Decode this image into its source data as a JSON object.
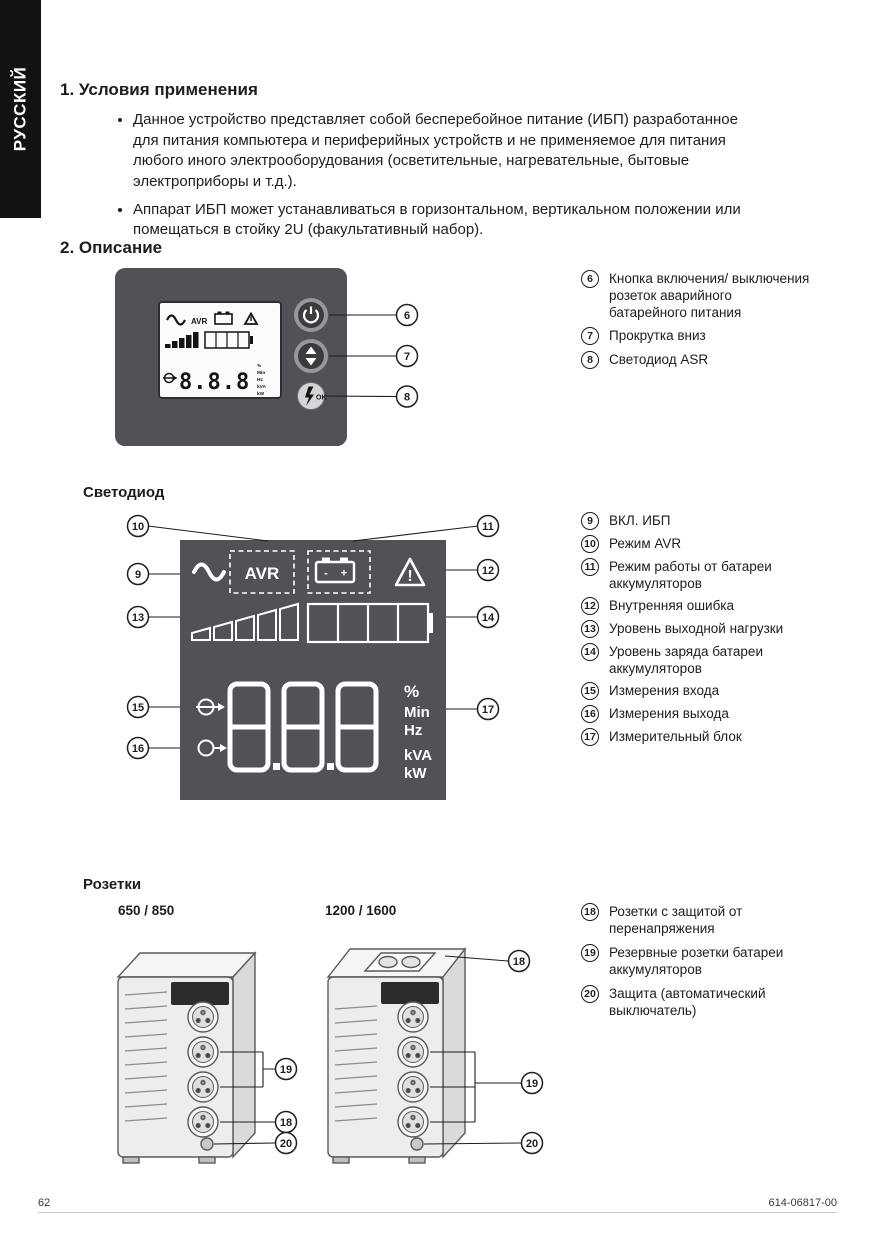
{
  "page": {
    "sidebar_label": "РУССКИЙ",
    "footer": {
      "page_number": "62",
      "doc_ref": "614-06817-00"
    }
  },
  "conditions": {
    "title": "1. Условия применения",
    "bullets": [
      "Данное устройство представляет собой бесперебойное питание (ИБП) разработанное для питания компьютера и периферийных устройств и не применяемое для питания любого иного электрооборудования (осветительные, нагревательные, бытовые электроприборы и т.д.).",
      "Аппарат ИБП может устанавливаться в горизонтальном, вертикальном положении или помещаться в стойку 2U (факультативный набор)."
    ]
  },
  "description": {
    "title": "2. Описание",
    "panel": {
      "lcd_avr_label": "AVR",
      "lcd_value": "8.8.8",
      "ok_label": "OK",
      "legend": [
        {
          "num": "6",
          "text": "Кнопка включения/ выключения розеток аварийного батарейного питания"
        },
        {
          "num": "7",
          "text": "Прокрутка вниз"
        },
        {
          "num": "8",
          "text": "Светодиод ASR"
        }
      ]
    },
    "led": {
      "heading": "Светодиод",
      "avr_label": "AVR",
      "battery_minus": "-",
      "battery_plus": "+",
      "warning_mark": "!",
      "value": "8.8.8",
      "units": [
        "%",
        "Min",
        "Hz",
        "kVA",
        "kW"
      ],
      "legend": [
        {
          "num": "9",
          "text": "ВКЛ. ИБП"
        },
        {
          "num": "10",
          "text": "Режим AVR"
        },
        {
          "num": "11",
          "text": "Режим работы от батареи аккумуляторов"
        },
        {
          "num": "12",
          "text": "Внутренняя ошибка"
        },
        {
          "num": "13",
          "text": "Уровень выходной нагрузки"
        },
        {
          "num": "14",
          "text": "Уровень заряда батареи аккумуляторов"
        },
        {
          "num": "15",
          "text": "Измерения входа"
        },
        {
          "num": "16",
          "text": "Измерения выхода"
        },
        {
          "num": "17",
          "text": "Измерительный блок"
        }
      ]
    },
    "outlets": {
      "heading": "Розетки",
      "model_left": "650 / 850",
      "model_right": "1200 / 1600",
      "legend": [
        {
          "num": "18",
          "text": "Розетки с защитой от перенапряжения"
        },
        {
          "num": "19",
          "text": "Резервные розетки батареи аккумуляторов"
        },
        {
          "num": "20",
          "text": "Защита (автоматический выключатель)"
        }
      ]
    }
  }
}
